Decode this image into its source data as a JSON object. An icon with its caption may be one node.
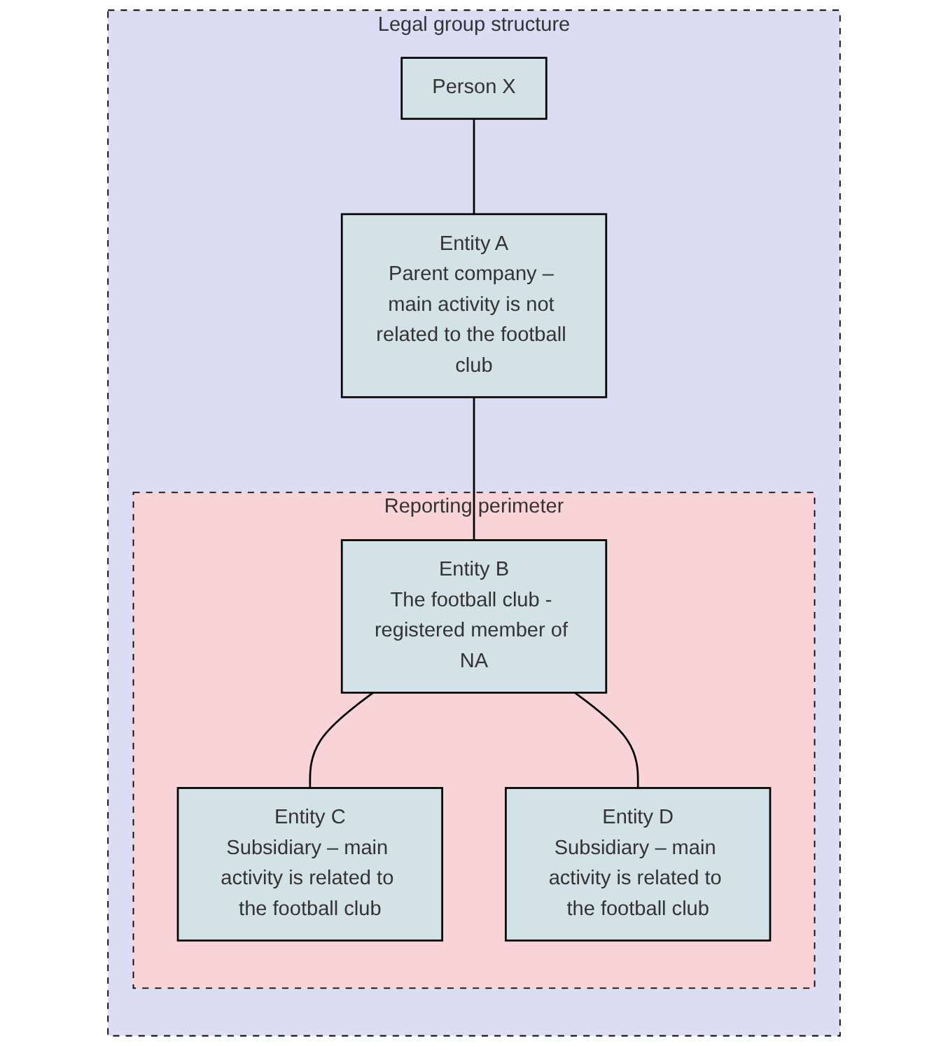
{
  "diagram": {
    "nodes": [
      {
        "text": [
          "Legal group structure"
        ]
      },
      {
        "text": [
          "Person X"
        ],
        "in": 0
      },
      {
        "text": [
          "Entity A",
          "Parent company – main activity is not related to the football club"
        ],
        "in": 0
      },
      {
        "text": [
          "Reporting perimeter"
        ],
        "in": 0
      },
      {
        "text": [
          "Entity B",
          "The football club - registered member of NA"
        ],
        "in": 3
      },
      {
        "text": [
          "Entity C",
          "Subsidiary – main activity is related to the football club"
        ],
        "in": 3
      },
      {
        "text": [
          "Entity D",
          "Subsidiary – main activity is related to the football club"
        ],
        "in": 3
      }
    ],
    "edges": [
      {
        "from": 1,
        "to": 2,
        "arrow": "none"
      },
      {
        "from": 2,
        "to": 4,
        "arrow": "none"
      },
      {
        "from": 4,
        "to": 5,
        "arrow": "none"
      },
      {
        "from": 4,
        "to": 6,
        "arrow": "none"
      }
    ]
  }
}
